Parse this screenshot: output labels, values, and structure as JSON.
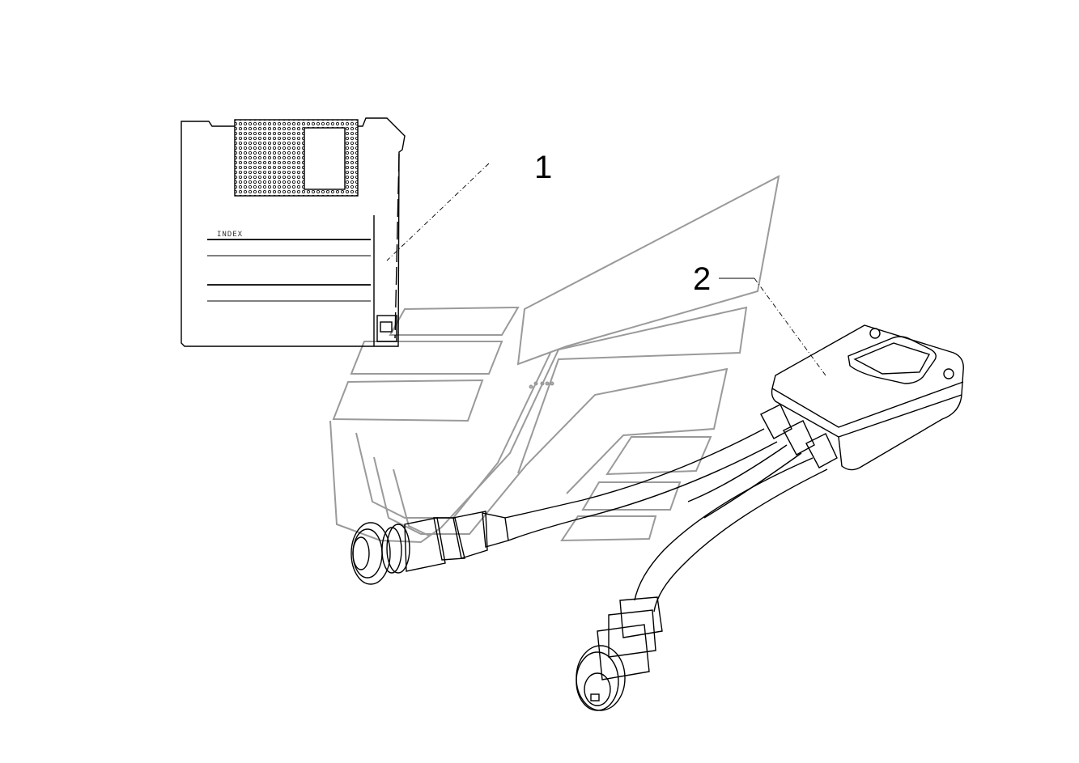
{
  "callouts": [
    {
      "id": "1",
      "label": "1"
    },
    {
      "id": "2",
      "label": "2"
    }
  ],
  "disk": {
    "label_text": "INDEX"
  },
  "colors": {
    "line": "#000000",
    "watermark": "#9a9a9a",
    "background": "#ffffff"
  }
}
